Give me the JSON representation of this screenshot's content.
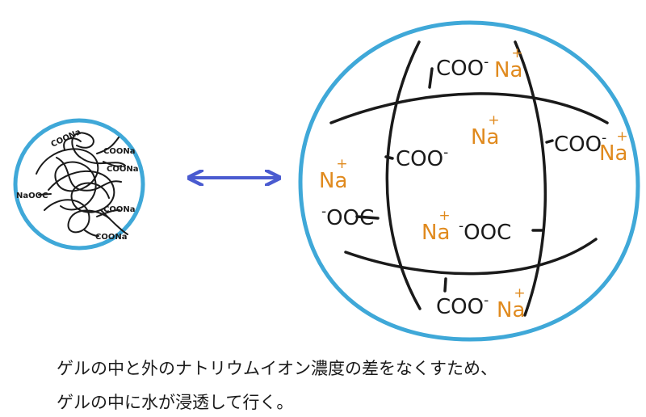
{
  "colors": {
    "circle_stroke": "#3fa8d8",
    "arrow": "#4a5bd0",
    "polymer": "#1a1a1a",
    "cation": "#e08a1e"
  },
  "small_gel": {
    "labels": [
      "COONa",
      "COONa",
      "COONa",
      "NaOOC",
      "COONa",
      "COONa"
    ]
  },
  "large_gel": {
    "coo": "COO",
    "ooc": "OOC",
    "minus": "-",
    "na": "Na",
    "plus": "+"
  },
  "caption": {
    "line1": "ゲルの中と外のナトリウムイオン濃度の差をなくすため、",
    "line2": "ゲルの中に水が浸透して行く。"
  }
}
